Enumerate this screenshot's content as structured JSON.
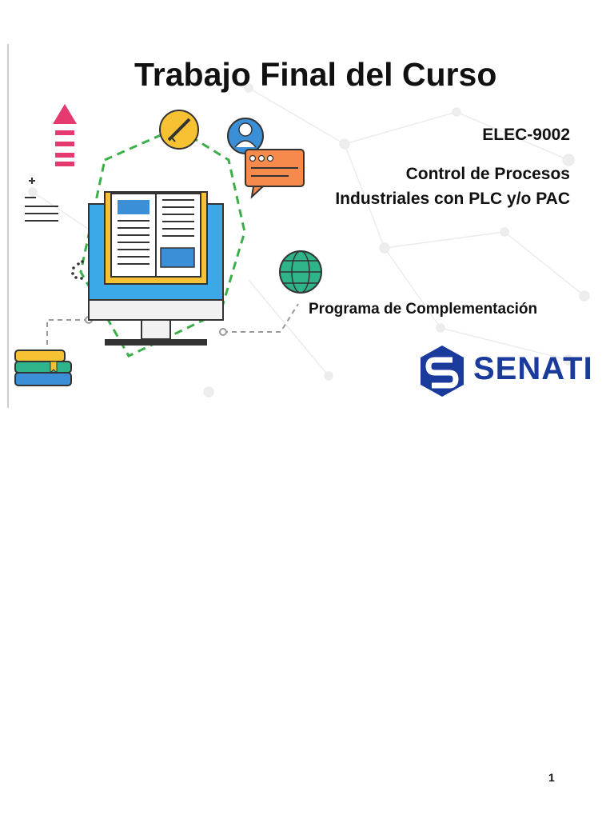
{
  "document": {
    "title": "Trabajo Final del Curso",
    "course_code": "ELEC-9002",
    "course_name_line1": "Control de Procesos",
    "course_name_line2": "Industriales con PLC y/o PAC",
    "program": "Programa de Complementación",
    "logo_text": "SENATI",
    "page_number": "1"
  },
  "illustration": {
    "icons": [
      "upload-arrow-icon",
      "plus-icon",
      "text-lines-icon",
      "pencil-icon",
      "user-icon",
      "chat-bubble-icon",
      "open-book-monitor-icon",
      "globe-icon",
      "books-stack-icon",
      "loading-dots-icon"
    ]
  },
  "colors": {
    "accent_green": "#3cae4a",
    "book_blue": "#3a8fd6",
    "book_yellow": "#f6c233",
    "arrow_pink": "#e53a6f",
    "chat_orange": "#f58a4c",
    "globe_teal": "#2fb38a",
    "senati_blue": "#1a3a9c"
  }
}
